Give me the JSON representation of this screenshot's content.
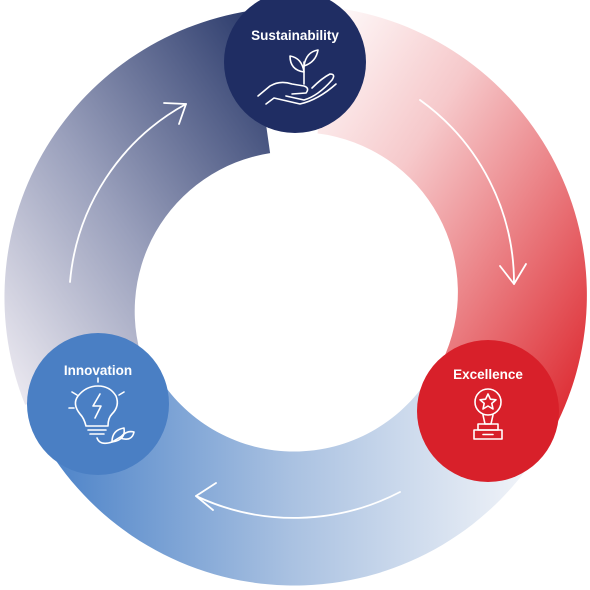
{
  "diagram": {
    "nodes": [
      {
        "id": "sustainability",
        "label": "Sustainability",
        "icon": "hand-sprout-icon",
        "color": "#1f2d63"
      },
      {
        "id": "excellence",
        "label": "Excellence",
        "icon": "trophy-star-icon",
        "color": "#d8202a"
      },
      {
        "id": "innovation",
        "label": "Innovation",
        "icon": "lightbulb-leaf-icon",
        "color": "#4a7fc4"
      }
    ],
    "cycle": [
      "sustainability",
      "excellence",
      "innovation"
    ],
    "colors": {
      "navy": "#243466",
      "red": "#dc2229",
      "blue": "#4b82c8",
      "fade": "#f4eef2"
    }
  }
}
